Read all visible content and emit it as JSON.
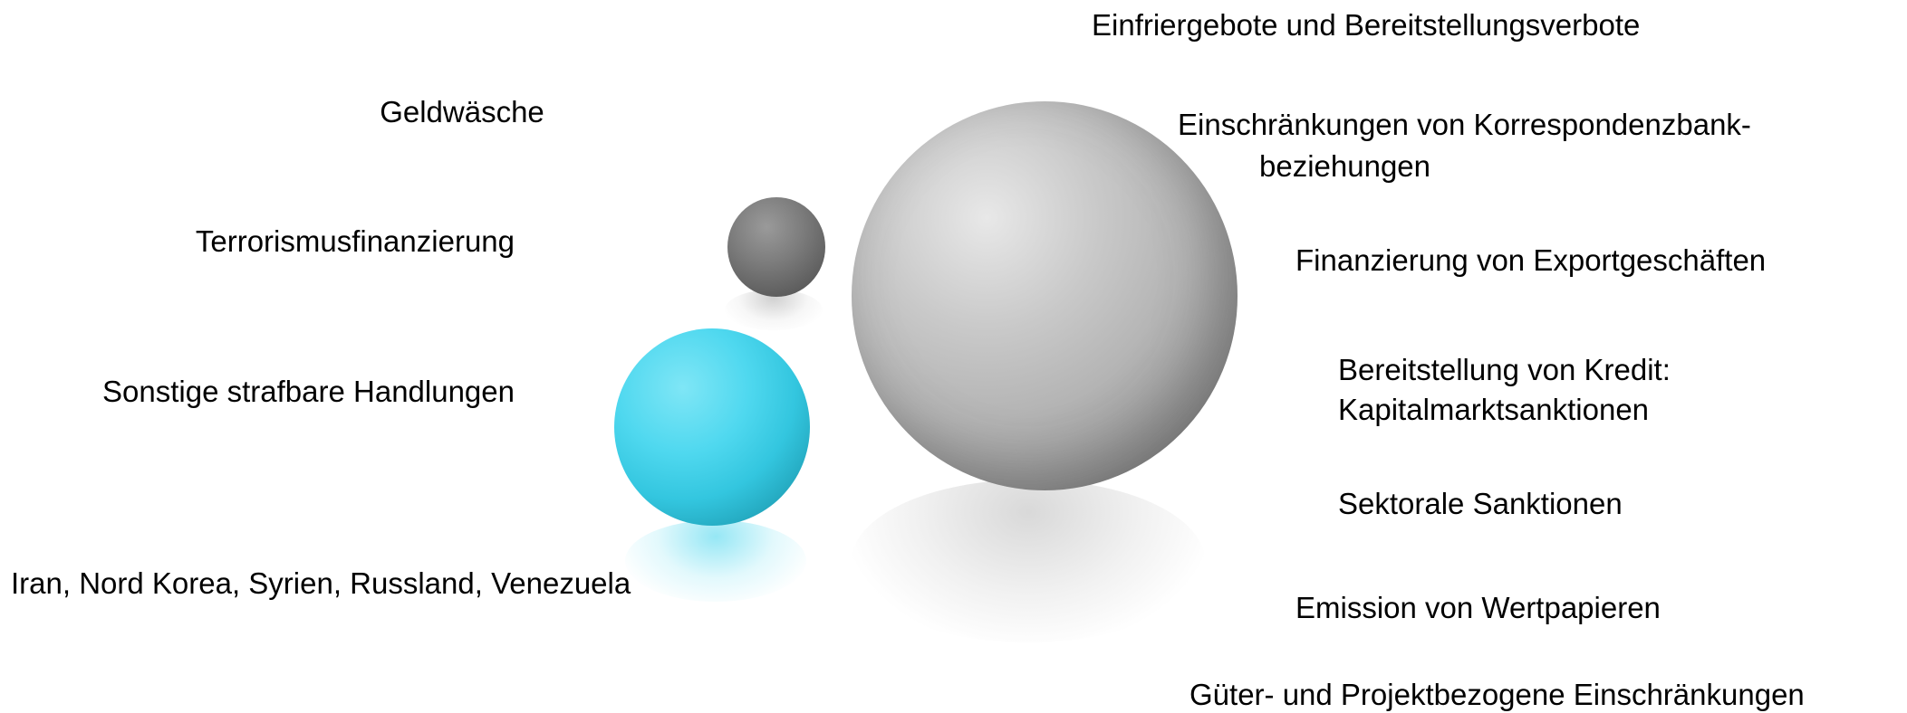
{
  "colors": {
    "large_sphere": "#b5b5b5",
    "small_sphere": "#6e6e6e",
    "cyan_sphere": "#3fd3ec",
    "text": "#000000"
  },
  "left_labels": {
    "money_laundering": "Geldwäsche",
    "terrorism_financing": "Terrorismusfinanzierung",
    "other_offenses": "Sonstige strafbare Handlungen",
    "countries": "Iran, Nord Korea, Syrien, Russland, Venezuela"
  },
  "right_labels": {
    "freezing": "Einfriergebote und Bereitstellungsverbote",
    "correspondent_line1": "Einschränkungen von Korrespondenzbank-",
    "correspondent_line2": "beziehungen",
    "export_financing": "Finanzierung von Exportgeschäften",
    "credit_line1": "Bereitstellung von Kredit:",
    "credit_line2": "Kapitalmarktsanktionen",
    "sectoral": "Sektorale Sanktionen",
    "securities": "Emission von Wertpapieren",
    "goods_projects": "Güter- und Projektbezogene Einschränkungen"
  }
}
